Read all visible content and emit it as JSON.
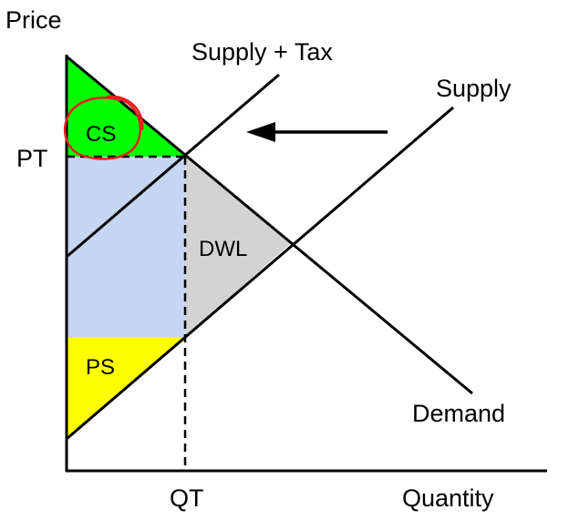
{
  "axes": {
    "y_label": "Price",
    "x_label": "Quantity"
  },
  "curves": {
    "supply_tax_label": "Supply + Tax",
    "supply_label": "Supply",
    "demand_label": "Demand"
  },
  "markers": {
    "price_tax_label": "PT",
    "quantity_tax_label": "QT"
  },
  "regions": {
    "consumer_surplus": {
      "label": "CS",
      "color": "#00ff00"
    },
    "producer_surplus": {
      "label": "PS",
      "color": "#ffff00"
    },
    "deadweight_loss": {
      "label": "DWL",
      "color": "#d3d3d3"
    },
    "tax_revenue": {
      "color": "#c5d5f2"
    }
  },
  "annotation": {
    "circle_color": "#e81e1e",
    "arrow": "shift-left-arrow"
  }
}
